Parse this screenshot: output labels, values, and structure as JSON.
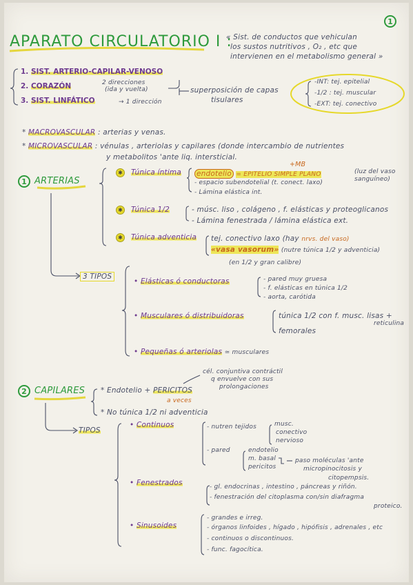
{
  "page_number": "1",
  "title": "APARATO CIRCULATORIO I",
  "title_colon": ":",
  "quote_line1": "« Sist. de conductos que vehiculan",
  "quote_line2": "los sustos nutritivos , O₂ , etc que",
  "quote_line3": "intervienen en el metabolismo general »",
  "parts": {
    "item1_num": "1.",
    "item1": "SIST. ARTERIO-CAPILAR-VENOSO",
    "item2_num": "2.",
    "item2": "CORAZÓN",
    "item2_note1": "2 direcciones",
    "item2_note2": "(ida y vuelta)",
    "item3_num": "3.",
    "item3": "SIST. LINFÁTICO",
    "item3_note": "→ 1 dirección",
    "superposicion1": "superposición de capas",
    "superposicion2": "tisulares",
    "layer1": "-INT: tej. epitelial",
    "layer2": "-1/2 : tej. muscular",
    "layer3": "-EXT: tej. conectivo"
  },
  "macro_label": "MACROVASCULAR",
  "macro_text": ": arterias y venas.",
  "micro_label": "MICROVASCULAR",
  "micro_text1": ": vénulas , arteriolas y capilares (donde intercambio de nutrientes",
  "micro_text2": "y metabolitos 'ante liq. intersticial.",
  "arterias": {
    "num": "1",
    "label": "ARTERIAS",
    "intima_label": "Túnica íntima",
    "mb_note": "+MB",
    "endotelio": "endotelio",
    "epitelio": "= EPITELIO SIMPLE PLANO",
    "intima_note1": "(luz del vaso",
    "intima_note2": "sanguíneo)",
    "intima_line2": "- espacio subendotelial (t. conect. laxo)",
    "intima_line3": "- Lámina elástica int.",
    "media_label": "Túnica 1/2",
    "media_line1": "- músc. liso , colágeno , f. elásticas y proteoglicanos",
    "media_line2": "- Lámina fenestrada / lámina elástica ext.",
    "adv_label": "Túnica adventicia",
    "adv_line1": "tej. conectivo laxo (hay",
    "adv_vasa_note": "nrvs. del vaso)",
    "vasa": "«vasa vasorum»",
    "adv_line2": "(nutre túnica 1/2 y adventicia)",
    "adv_line3": "(en 1/2 y gran calibre)",
    "tipos_label": "3 TIPOS",
    "tipo1": "Elásticas ó conductoras",
    "tipo1_line1": "- pared muy gruesa",
    "tipo1_line2": "- f. elásticas en túnica 1/2",
    "tipo1_line3": "- aorta, carótida",
    "tipo2": "Musculares ó distribuidoras",
    "tipo2_line1": "túnica 1/2 con f. musc. lisas +",
    "tipo2_line1b": "reticulina",
    "tipo2_line2": "femorales",
    "tipo3": "Pequeñas ó arteriolas",
    "tipo3_note": "≃ musculares"
  },
  "capilares": {
    "num": "2",
    "label": "CAPILARES",
    "line1a": "* Endotelio +",
    "pericitos": "PERICITOS",
    "pericitos_note1": "cél. conjuntiva contráctil",
    "pericitos_note2": "q envuelve con sus",
    "pericitos_note3": "prolongaciones",
    "aveces": "a veces",
    "line2": "* No túnica 1/2 ni adventicia",
    "tipos_label": "TIPOS",
    "cont_label": "Continuos",
    "cont_line1": "- nutren tejidos",
    "cont_tissue1": "musc.",
    "cont_tissue2": "conectivo",
    "cont_tissue3": "nervioso",
    "cont_pared": "- pared",
    "cont_pared1": "endotelio",
    "cont_pared2": "m. basal",
    "cont_pared3": "pericitos",
    "cont_paso1": "paso moléculas 'ante",
    "cont_paso2": "micropinocitosis y",
    "cont_paso3": "citopempsis.",
    "fen_label": "Fenestrados",
    "fen_line1": "- gl. endocrinas , intestino , páncreas y riñón.",
    "fen_line2": "- fenestración del citoplasma con/sin diafragma",
    "fen_line2b": "proteico.",
    "sin_label": "Sinusoides",
    "sin_line1": "- grandes e irreg.",
    "sin_line2": "- órganos linfoides , hígado , hipófisis , adrenales , etc",
    "sin_line3": "- continuos o discontinuos.",
    "sin_line4": "- func. fagocítica."
  }
}
